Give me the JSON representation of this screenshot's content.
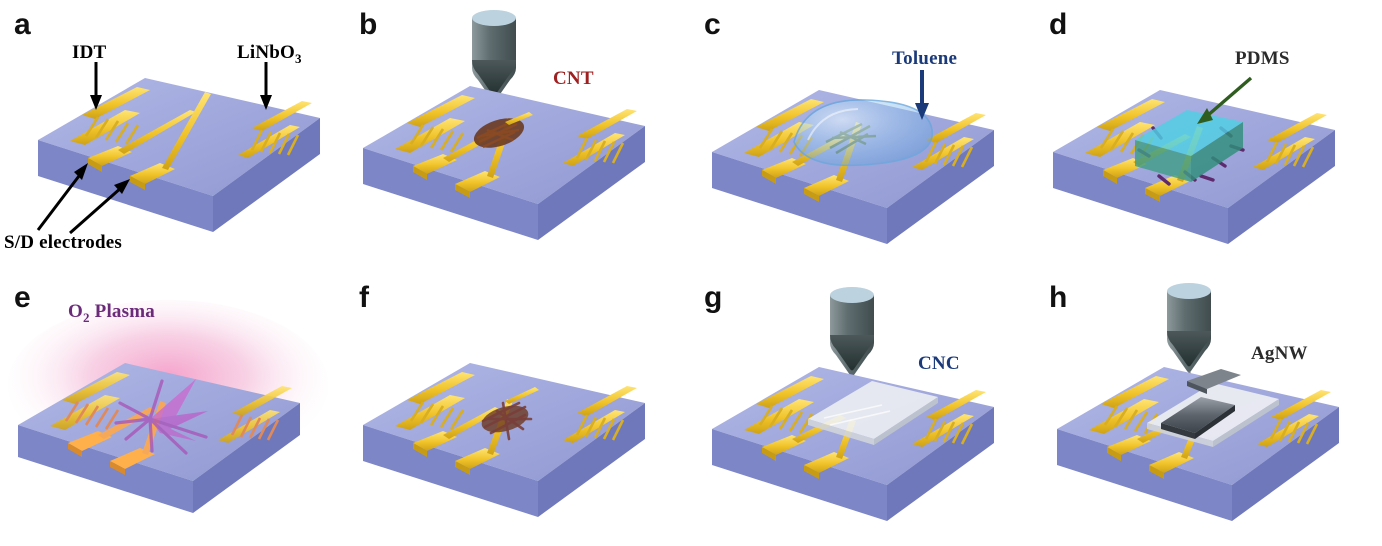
{
  "figure": {
    "type": "schematic-process-flow",
    "title": "Fabrication process schematic of CNT/CNC/AgNW SAW device on LiNbO3",
    "panel_count": 8,
    "background_color": "#ffffff"
  },
  "colors": {
    "substrate_top": "#9aa3d8",
    "substrate_top_light": "#a7aee0",
    "substrate_side": "#7c85c4",
    "substrate_front": "#8b93cf",
    "gold": "#f2c82e",
    "gold_dark": "#c9a017",
    "gold_light": "#ffe06a",
    "cnt_label": "#9e2020",
    "toluene_label": "#1b3a7a",
    "pdms_label": "#2b2b2b",
    "pdms_arrow": "#2f5d1f",
    "plasma_label": "#6b2a7a",
    "cnc_label": "#1b3a7a",
    "agnw_label": "#2b2b2b",
    "arrow_black": "#000000",
    "nozzle_top": "#bcd2de",
    "nozzle_body": "#5f6d70",
    "nozzle_tip": "#2e3a3c",
    "toluene_drop": "#7fb6e8",
    "pdms_block_top": "#4fd0e4",
    "pdms_block_side": "#3f9e86",
    "cnt_bundle": "#6b3a20",
    "cnc_film": "#e8eaee",
    "agnw_film": "#6e747c",
    "plasma_glow": "#e87bb4"
  },
  "panels": [
    {
      "id": "a",
      "letter": "a",
      "labels": [
        {
          "name": "idt-label",
          "text": "IDT",
          "color": "#000000",
          "arrow": true,
          "arrow_color": "#000000"
        },
        {
          "name": "linbo3-label",
          "text": "LiNbO",
          "sub": "3",
          "color": "#000000",
          "arrow": true,
          "arrow_color": "#000000"
        },
        {
          "name": "sd-electrodes-label",
          "text": "S/D electrodes",
          "color": "#000000",
          "arrow": true,
          "arrow_color": "#000000"
        }
      ],
      "elements": [
        "substrate",
        "left-idt",
        "right-idt",
        "source-electrode",
        "drain-electrode"
      ],
      "description": "Bare LiNbO3 substrate with two interdigitated transducers and source/drain gold electrodes"
    },
    {
      "id": "b",
      "letter": "b",
      "labels": [
        {
          "name": "cnt-label",
          "text": "CNT",
          "color": "#9e2020",
          "arrow": false
        }
      ],
      "elements": [
        "substrate",
        "left-idt",
        "right-idt",
        "source-electrode",
        "drain-electrode",
        "nozzle",
        "cnt-deposit",
        "jet-stream"
      ],
      "description": "Nozzle printing carbon nanotubes into the channel"
    },
    {
      "id": "c",
      "letter": "c",
      "labels": [
        {
          "name": "toluene-label",
          "text": "Toluene",
          "color": "#1b3a7a",
          "arrow": true,
          "arrow_color": "#1b3a7a"
        }
      ],
      "elements": [
        "substrate",
        "left-idt",
        "right-idt",
        "source-electrode",
        "drain-electrode",
        "toluene-droplet",
        "cnt-deposit"
      ],
      "description": "Toluene droplet applied over the CNT channel"
    },
    {
      "id": "d",
      "letter": "d",
      "labels": [
        {
          "name": "pdms-label",
          "text": "PDMS",
          "color": "#2b2b2b",
          "arrow": true,
          "arrow_color": "#2f5d1f"
        }
      ],
      "elements": [
        "substrate",
        "left-idt",
        "right-idt",
        "source-electrode",
        "drain-electrode",
        "pdms-block",
        "scattered-nanorods"
      ],
      "description": "PDMS stamp block placed on channel with nanotubes scattered around"
    },
    {
      "id": "e",
      "letter": "e",
      "labels": [
        {
          "name": "o2-plasma-label",
          "text": "O",
          "sub": "2",
          "text_after": " Plasma",
          "color": "#6b2a7a",
          "arrow": false
        }
      ],
      "elements": [
        "substrate",
        "left-idt",
        "right-idt",
        "source-electrode",
        "drain-electrode",
        "plasma-glow",
        "plasma-burst"
      ],
      "description": "Oxygen plasma treatment with pink magenta glow over the device"
    },
    {
      "id": "f",
      "letter": "f",
      "labels": [],
      "elements": [
        "substrate",
        "left-idt",
        "right-idt",
        "source-electrode",
        "drain-electrode",
        "cnt-deposit"
      ],
      "description": "Device after plasma treatment with aligned CNT network in channel"
    },
    {
      "id": "g",
      "letter": "g",
      "labels": [
        {
          "name": "cnc-label",
          "text": "CNC",
          "color": "#1b3a7a",
          "arrow": false
        }
      ],
      "elements": [
        "substrate",
        "left-idt",
        "right-idt",
        "source-electrode",
        "drain-electrode",
        "nozzle",
        "cnc-film",
        "jet-stream"
      ],
      "description": "Nozzle printing cellulose nanocrystal film over the channel region"
    },
    {
      "id": "h",
      "letter": "h",
      "labels": [
        {
          "name": "agnw-label",
          "text": "AgNW",
          "color": "#2b2b2b",
          "arrow": false
        }
      ],
      "elements": [
        "substrate",
        "left-idt",
        "right-idt",
        "source-electrode",
        "drain-electrode",
        "nozzle",
        "cnc-film",
        "agnw-electrode",
        "jet-stream"
      ],
      "description": "Nozzle printing silver nanowire top electrode onto the CNC film"
    }
  ]
}
